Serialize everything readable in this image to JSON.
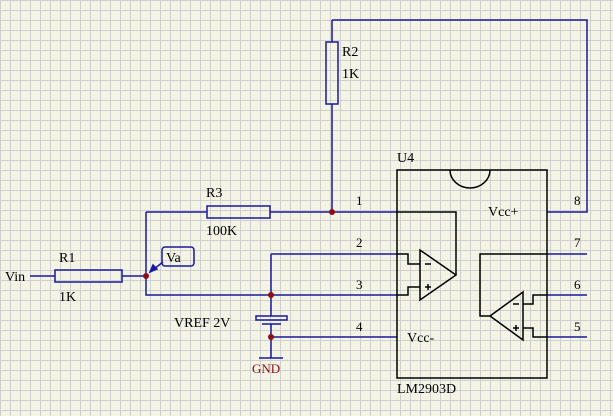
{
  "input_label": "Vin",
  "probe_label": "Va",
  "resistors": {
    "r1": {
      "ref": "R1",
      "value": "1K"
    },
    "r2": {
      "ref": "R2",
      "value": "1K"
    },
    "r3": {
      "ref": "R3",
      "value": "100K"
    }
  },
  "vref_label": "VREF 2V",
  "gnd_label": "GND",
  "chip": {
    "ref": "U4",
    "part": "LM2903D",
    "vcc_plus": "Vcc+",
    "vcc_minus": "Vcc-",
    "pins": [
      "1",
      "2",
      "3",
      "4",
      "5",
      "6",
      "7",
      "8"
    ]
  },
  "colors": {
    "wire": "#1a1a9a",
    "junction": "#8b1010",
    "grid": "#cfcfcf",
    "background": "#f4f4e4"
  }
}
